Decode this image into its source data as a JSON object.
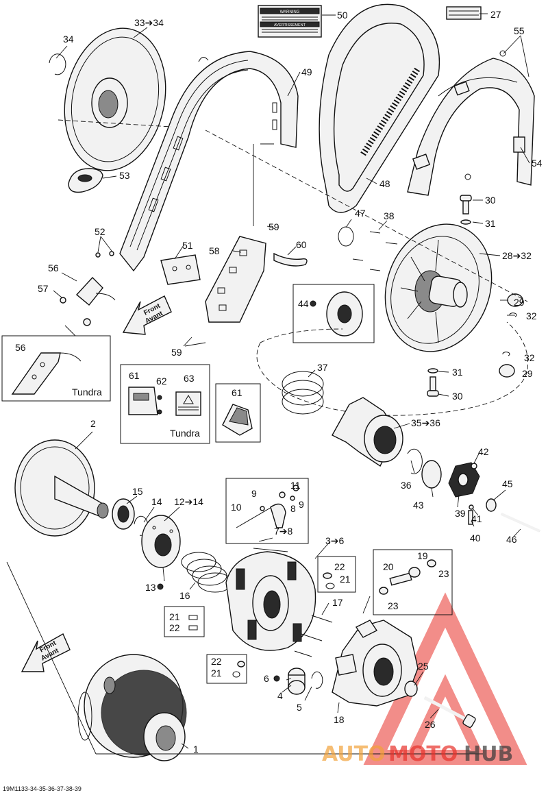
{
  "diagram": {
    "code": "19M1133-34-35-36-37-38-39",
    "front_label_1": "Front",
    "front_label_2": "Avant",
    "front_label_3": "Front",
    "front_label_4": "Avant",
    "tundra_1": "Tundra",
    "tundra_2": "Tundra",
    "warning_title": "WARNING",
    "avertissement_title": "AVERTISSEMENT",
    "callouts": {
      "c1": "1",
      "c2": "2",
      "c3": "3➔6",
      "c4": "4",
      "c5": "5",
      "c6": "6",
      "c7": "7➔8",
      "c8": "8",
      "c9a": "9",
      "c9b": "9",
      "c10": "10",
      "c11": "11",
      "c12": "12➔14",
      "c13": "13",
      "c14": "14",
      "c15": "15",
      "c16": "16",
      "c17": "17",
      "c18": "18",
      "c19": "19",
      "c20": "20",
      "c21a": "21",
      "c21b": "21",
      "c21c": "21",
      "c22a": "22",
      "c22b": "22",
      "c22c": "22",
      "c23a": "23",
      "c23b": "23",
      "c25": "25",
      "c26": "26",
      "c27": "27",
      "c28": "28➔32",
      "c29a": "29",
      "c29b": "29",
      "c30a": "30",
      "c30b": "30",
      "c31a": "31",
      "c31b": "31",
      "c32a": "32",
      "c32b": "32",
      "c33": "33➔34",
      "c34": "34",
      "c35": "35➔36",
      "c36": "36",
      "c37": "37",
      "c38": "38",
      "c39": "39",
      "c40": "40",
      "c41": "41",
      "c42": "42",
      "c43": "43",
      "c44": "44",
      "c45": "45",
      "c46": "46",
      "c47": "47",
      "c48": "48",
      "c49": "49",
      "c50": "50",
      "c51": "51",
      "c52": "52",
      "c53": "53",
      "c54": "54",
      "c55": "55",
      "c56a": "56",
      "c56b": "56",
      "c57": "57",
      "c58": "58",
      "c59a": "59",
      "c59b": "59",
      "c60": "60",
      "c61a": "61",
      "c61b": "61",
      "c62": "62",
      "c63": "63"
    }
  },
  "watermark": {
    "text_a": "AUTO",
    "text_b": "MOTO",
    "text_c": "HUB",
    "color_red": "#e8312a",
    "color_orange": "#f2a23a",
    "color_dark": "#3a3a3a"
  }
}
